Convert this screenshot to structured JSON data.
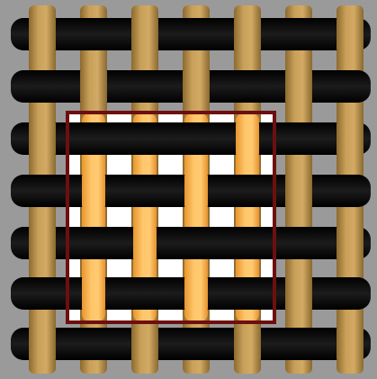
{
  "figure": {
    "description_hidden": false,
    "warp_yarn_count": 7,
    "weft_yarn_count": 7,
    "colors": {
      "background": "#9a9a9a",
      "warp_outside": "#c49a52",
      "warp_inside": "#f5b653",
      "weft": "#111111",
      "gap_inside": "#ffffff",
      "unit_cell_border": "#7a1010"
    },
    "pattern": {
      "weave_type": "plain-weave-variant",
      "highlight": "repeat-unit-cell"
    }
  }
}
